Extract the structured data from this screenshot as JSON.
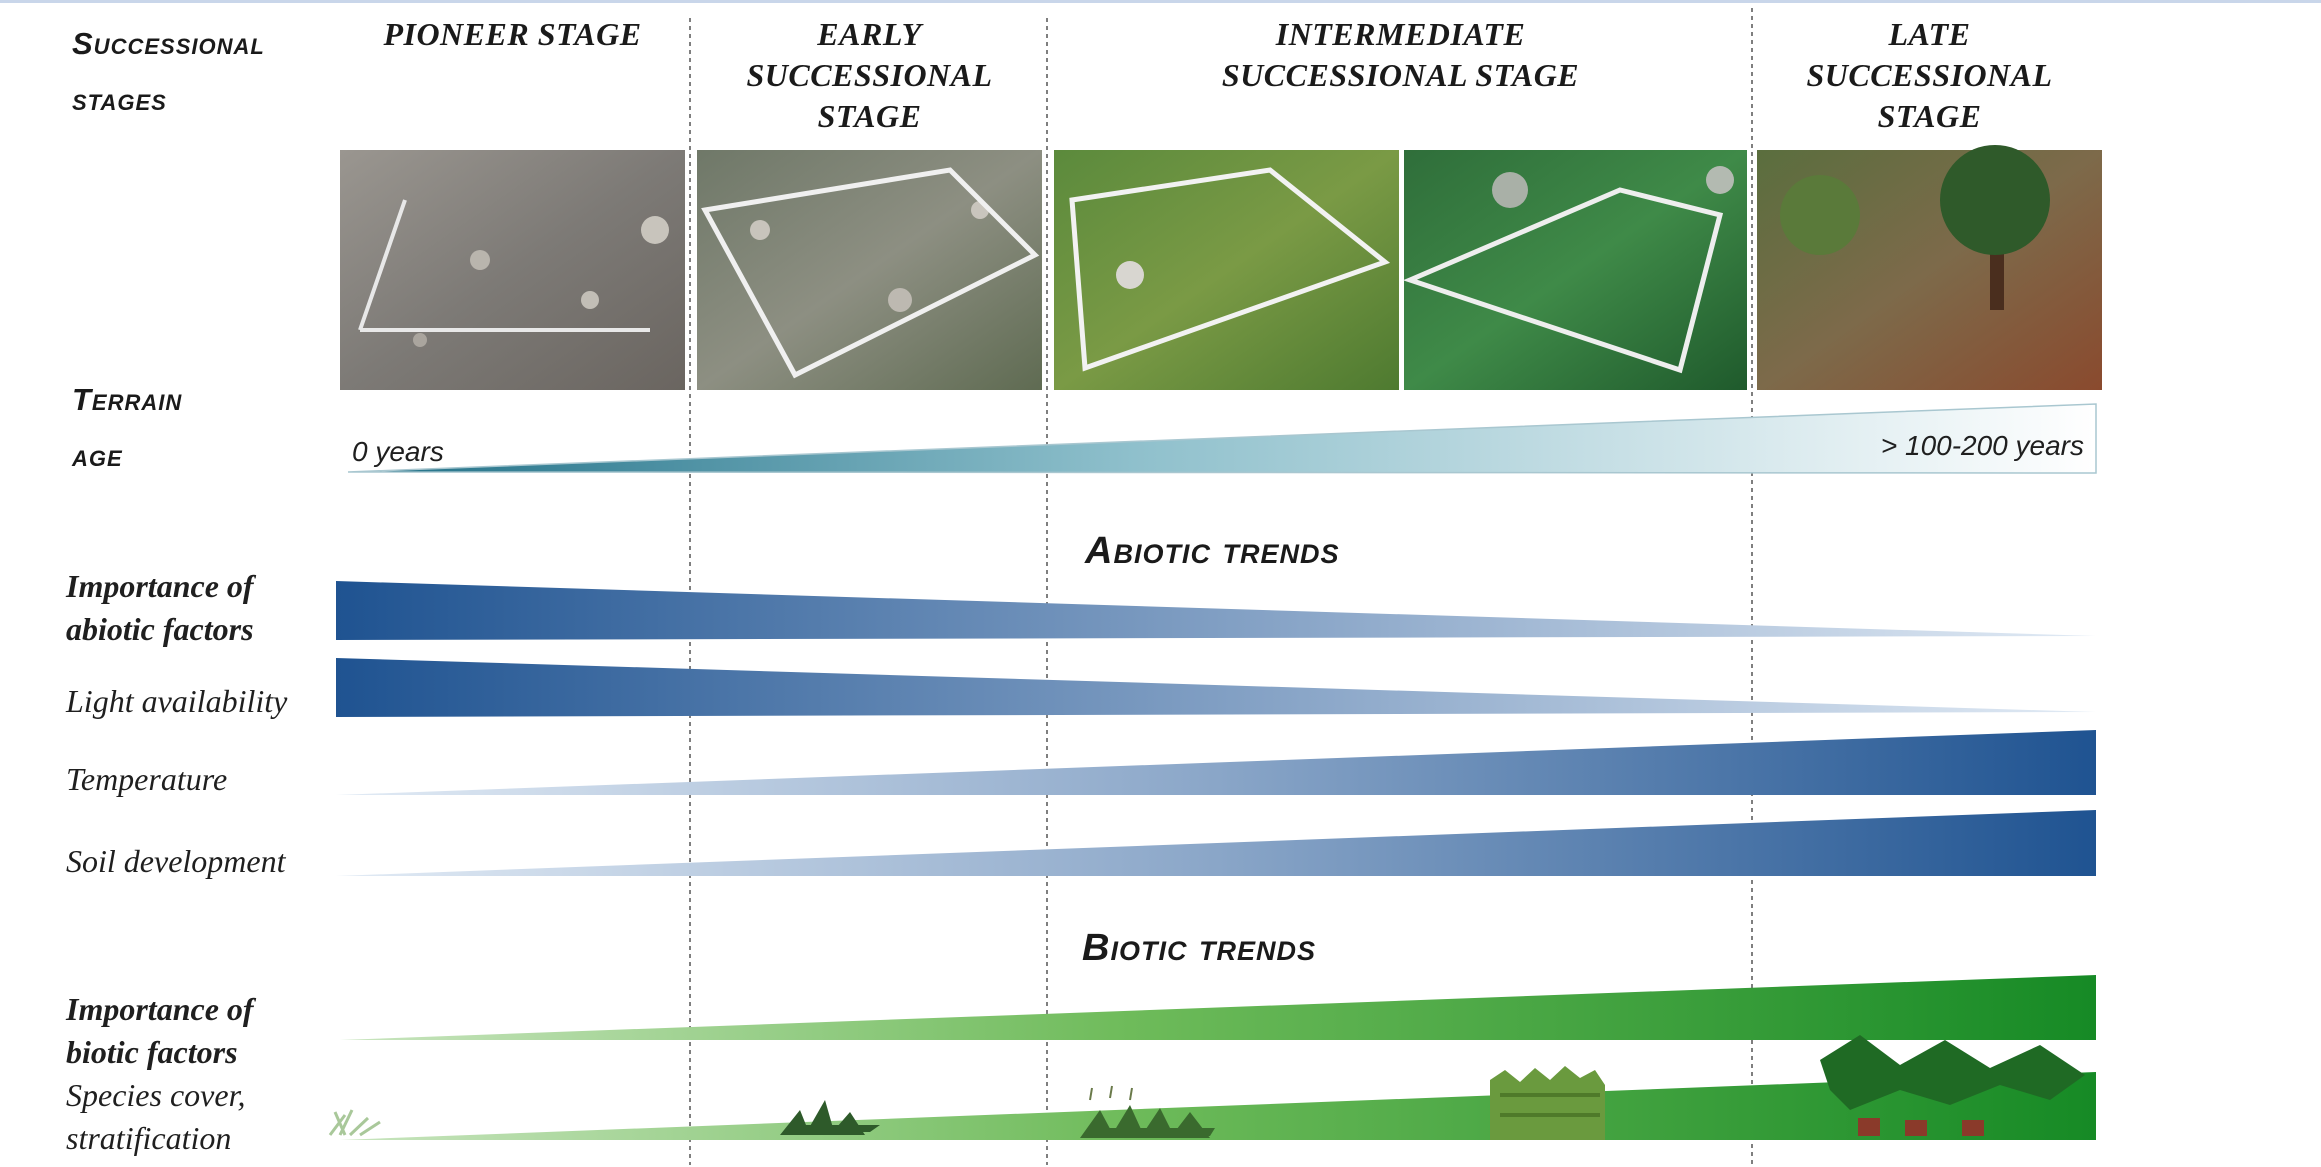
{
  "header_label": "Successional\nstages",
  "stages": [
    {
      "label": "PIONEER STAGE"
    },
    {
      "label": "EARLY\nSUCCESSIONAL\nSTAGE"
    },
    {
      "label": "INTERMEDIATE\nSUCCESSIONAL STAGE"
    },
    {
      "label": "LATE\nSUCCESSIONAL\nSTAGE"
    }
  ],
  "terrain_age": {
    "label": "Terrain\nage",
    "start": "0 years",
    "end": "> 100-200 years"
  },
  "abiotic": {
    "title": "Abiotic trends",
    "rows": [
      {
        "label": "Importance of\nabiotic factors",
        "direction": "decreasing"
      },
      {
        "label": "Light availability",
        "direction": "decreasing"
      },
      {
        "label": "Temperature",
        "direction": "increasing"
      },
      {
        "label": "Soil development",
        "direction": "increasing"
      }
    ]
  },
  "biotic": {
    "title": "Biotic trends",
    "rows": [
      {
        "label": "Importance of\nbiotic factors",
        "direction": "increasing"
      },
      {
        "label": "Species cover,\nstratification",
        "direction": "increasing"
      }
    ]
  },
  "colors": {
    "abiotic": "#1f5391",
    "biotic": "#1e8a2a",
    "terrain": "#1f6f86"
  }
}
